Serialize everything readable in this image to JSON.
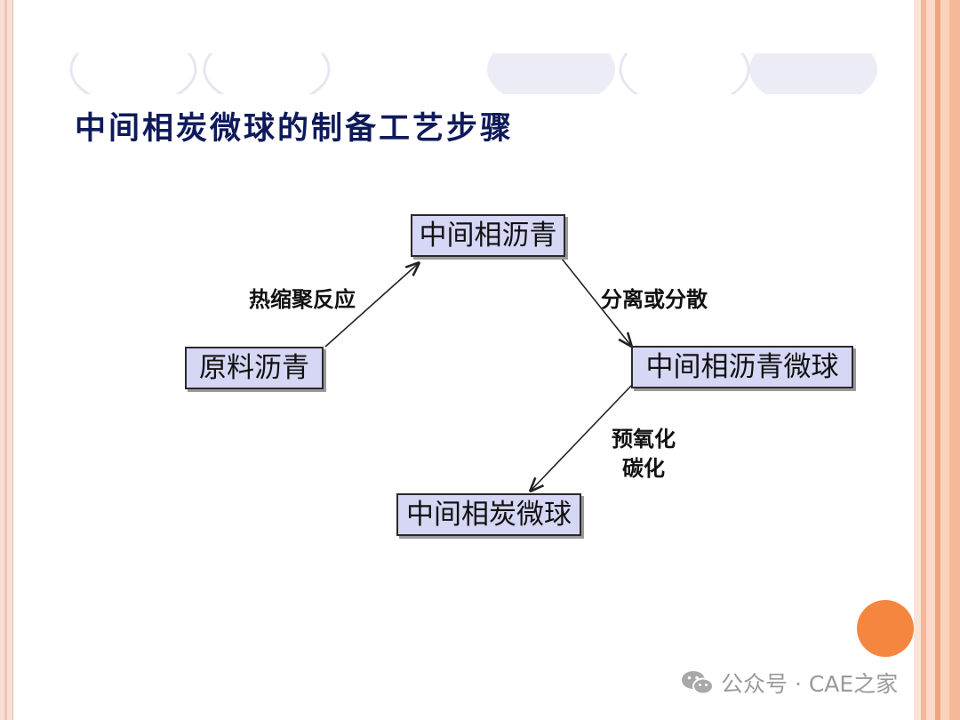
{
  "slide": {
    "title": "中间相炭微球的制备工艺步骤",
    "accent_color": "#f5863f",
    "node_fill": "#d6d6f5"
  },
  "diagram": {
    "nodes": [
      {
        "id": "raw",
        "label": "原料沥青"
      },
      {
        "id": "mesophase",
        "label": "中间相沥青"
      },
      {
        "id": "mesophase_micro",
        "label": "中间相沥青微球"
      },
      {
        "id": "carbon_micro",
        "label": "中间相炭微球"
      }
    ],
    "edges": [
      {
        "from": "raw",
        "to": "mesophase",
        "label": "热缩聚反应"
      },
      {
        "from": "mesophase",
        "to": "mesophase_micro",
        "label": "分离或分散"
      },
      {
        "from": "mesophase_micro",
        "to": "carbon_micro",
        "label_lines": [
          "预氧化",
          "碳化"
        ]
      }
    ]
  },
  "watermark": {
    "icon": "wechat-icon",
    "text": "公众号 · CAE之家"
  }
}
